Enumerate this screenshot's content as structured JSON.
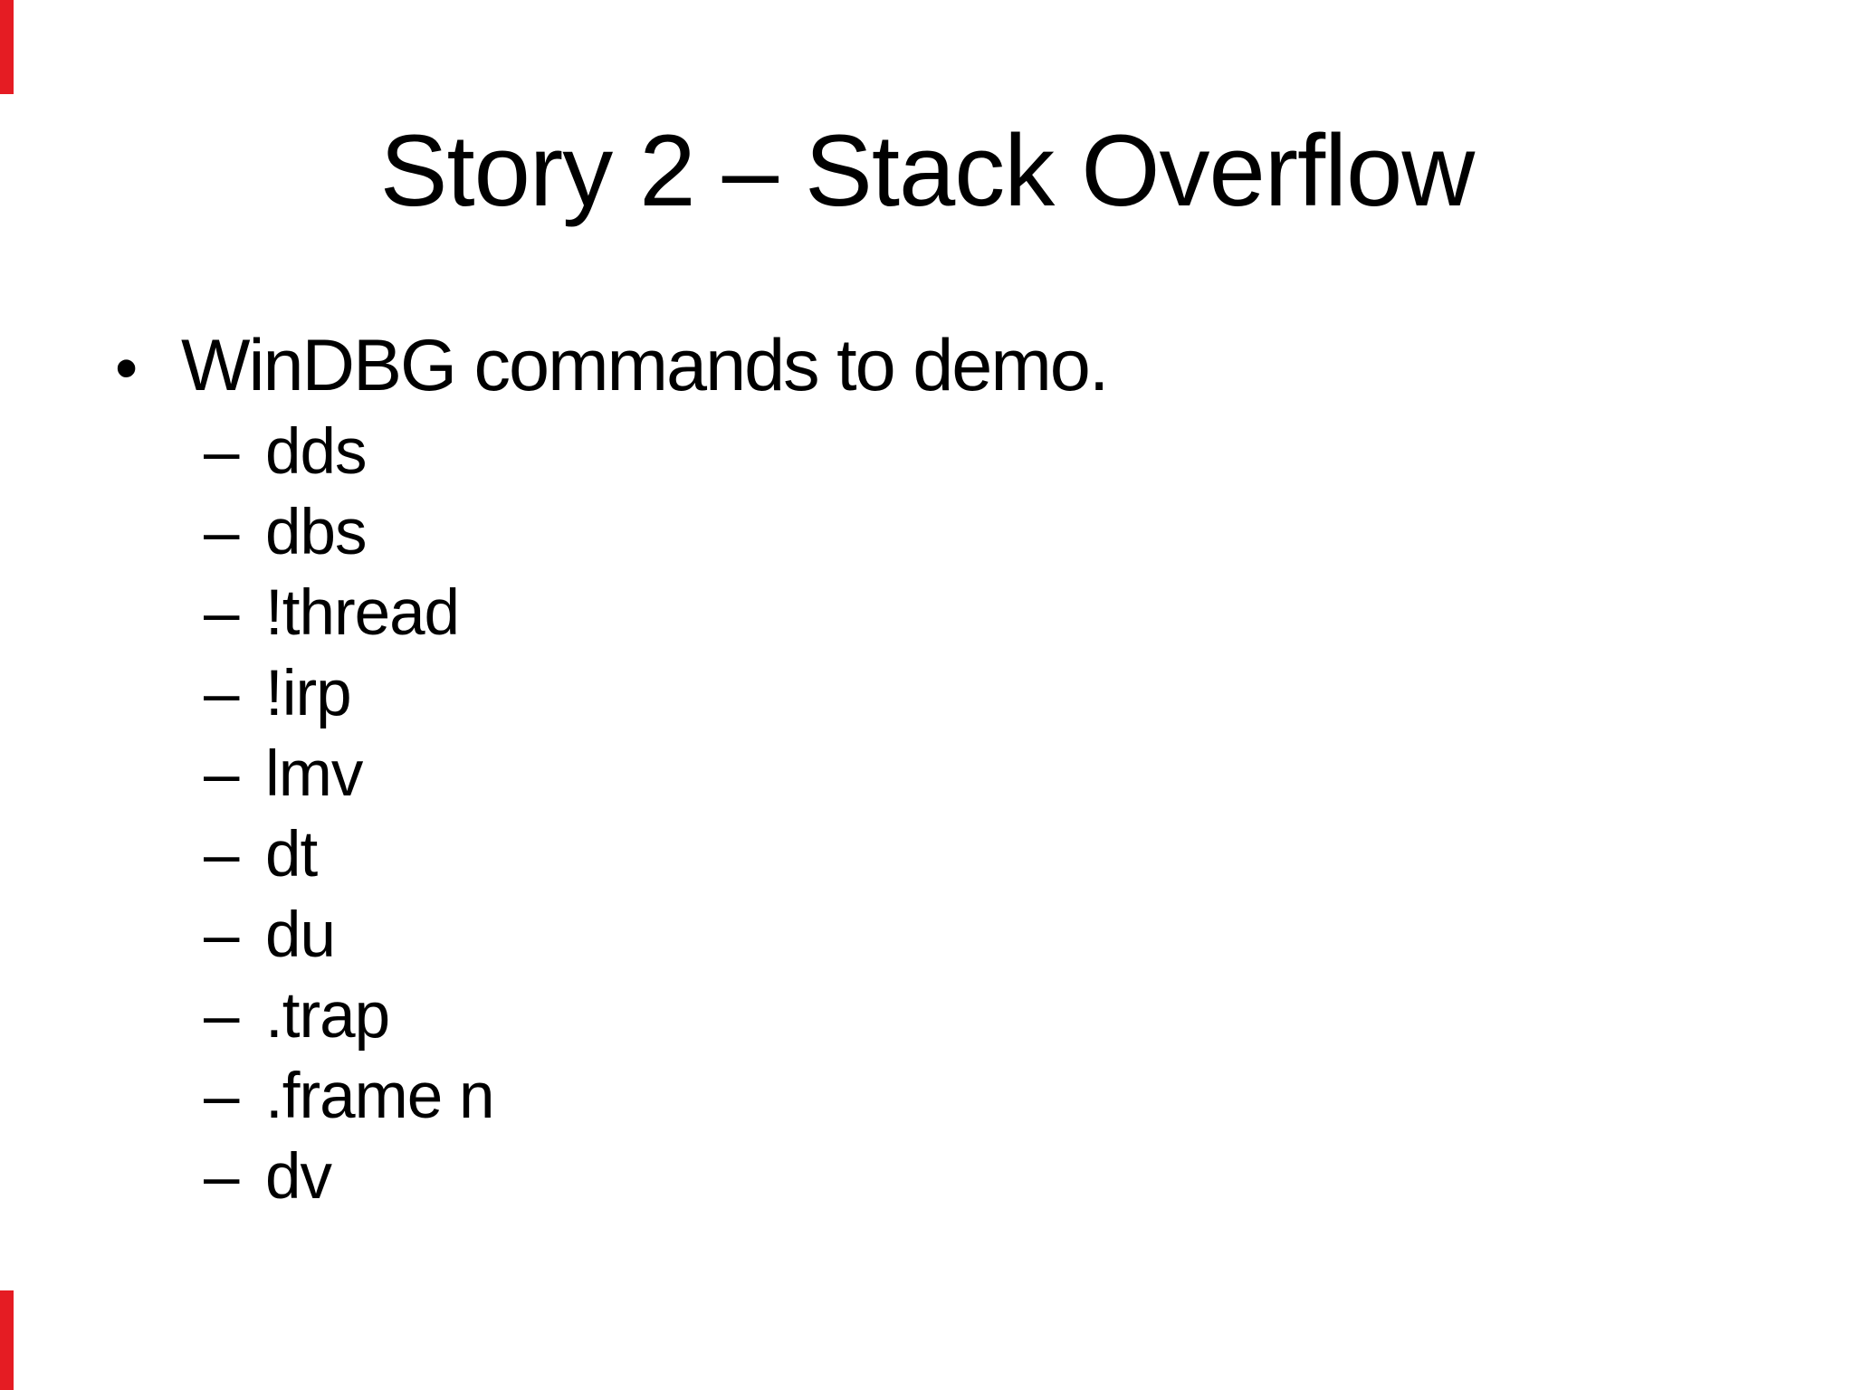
{
  "slide": {
    "title": "Story 2 – Stack Overflow",
    "bullet": {
      "marker": "•",
      "text": "WinDBG commands to demo."
    },
    "sub_bullets": {
      "marker": "–",
      "items": [
        "dds",
        "dbs",
        "!thread",
        "!irp",
        "lmv",
        "dt",
        "du",
        ".trap",
        ".frame n",
        "dv"
      ]
    },
    "colors": {
      "background": "#ffffff",
      "text": "#000000",
      "edge_artifact_red": "#e51c23"
    }
  }
}
